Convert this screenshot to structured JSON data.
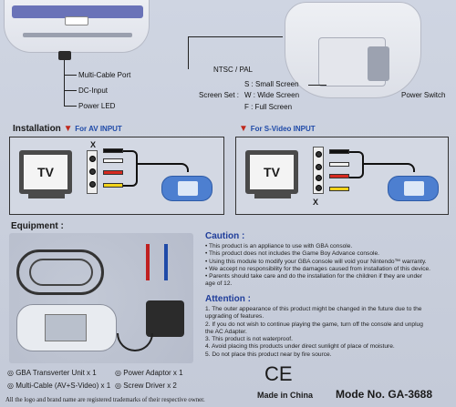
{
  "top": {
    "multi_cable_port": "Multi-Cable Port",
    "dc_input": "DC-Input",
    "power_led": "Power LED",
    "ntsc_pal": "NTSC / PAL",
    "screen_set": "Screen Set :",
    "s_label": "S : Small Screen",
    "w_label": "W : Wide Screen",
    "f_label": "F : Full Screen",
    "power_switch": "Power Switch"
  },
  "installation": {
    "title": "Installation",
    "arrow": "▼",
    "av_input": "For AV INPUT",
    "svideo_input": "For S-Video INPUT",
    "tv": "TV",
    "x": "X"
  },
  "equipment": {
    "title": "Equipment :",
    "items": [
      "GBA Transverter Unit x 1",
      "Power Adaptor x 1",
      "Multi-Cable (AV+S-Video) x 1",
      "Screw Driver x 2"
    ]
  },
  "caution": {
    "title": "Caution :",
    "items": [
      "• This product is an appliance to use with GBA console.",
      "• This product does not includes the Game Boy Advance console.",
      "• Using this module to modify your GBA console will void your Nintendo™ warranty.",
      "• We accept no responsibility for the damages caused from installation of this device.",
      "• Parents should take care and do the installation for the children if they are under",
      "   age of 12."
    ]
  },
  "attention": {
    "title": "Attention :",
    "items": [
      "1. The outer appearance of this product might be changed in the future due to the",
      "   upgrading of features.",
      "2. If you do not wish to continue playing the game, turn off the console and unplug",
      "   the AC Adapter.",
      "3. This product is not waterproof.",
      "4. Avoid placing this products under direct sunlight of place of moisture.",
      "5. Do not place this product near by fire source."
    ]
  },
  "footer": {
    "trademark": "All the logo and brand name are registered trademarks of their respective owner.",
    "ce": "CE",
    "made_in": "Made in China",
    "model": "Mode No. GA-3688"
  }
}
